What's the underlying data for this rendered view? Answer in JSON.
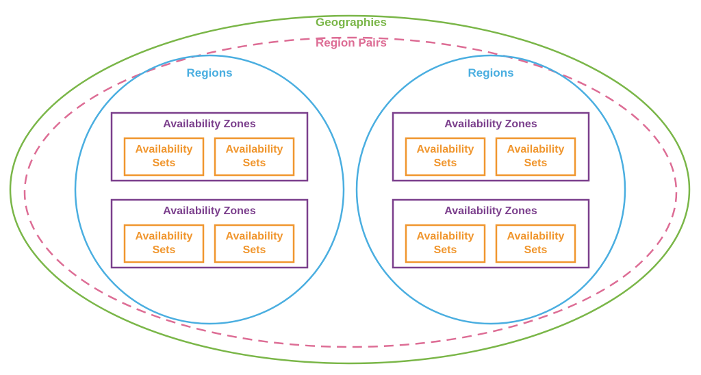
{
  "colors": {
    "geography": "#7ab648",
    "region_pair": "#dd6d95",
    "region": "#4aaee0",
    "zone": "#7b3f8c",
    "set": "#f0962e",
    "background": "#ffffff"
  },
  "diagram": {
    "geography_label": "Geographies",
    "region_pair_label": "Region Pairs",
    "regions": [
      {
        "label": "Regions",
        "zones": [
          {
            "label": "Availability Zones",
            "sets": [
              [
                "Availability",
                "Sets"
              ],
              [
                "Availability",
                "Sets"
              ]
            ]
          },
          {
            "label": "Availability Zones",
            "sets": [
              [
                "Availability",
                "Sets"
              ],
              [
                "Availability",
                "Sets"
              ]
            ]
          }
        ]
      },
      {
        "label": "Regions",
        "zones": [
          {
            "label": "Availability Zones",
            "sets": [
              [
                "Availability",
                "Sets"
              ],
              [
                "Availability",
                "Sets"
              ]
            ]
          },
          {
            "label": "Availability Zones",
            "sets": [
              [
                "Availability",
                "Sets"
              ],
              [
                "Availability",
                "Sets"
              ]
            ]
          }
        ]
      }
    ]
  }
}
